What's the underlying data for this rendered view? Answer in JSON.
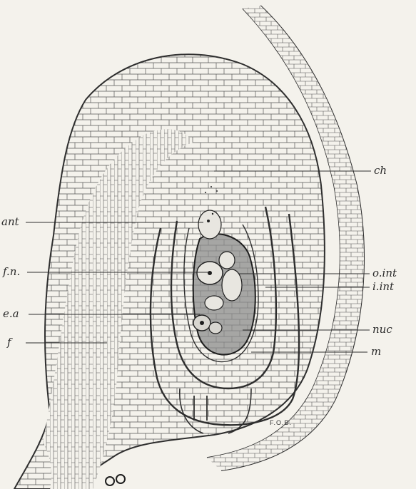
{
  "labels": {
    "ch": "ch",
    "ant": "ant",
    "fn": "f.n.",
    "ea": "e.a",
    "f": "f",
    "oint": "o.int",
    "iint": "i.int",
    "nuc": "nuc",
    "m": "m"
  },
  "signature": "F.O.B.",
  "colors": {
    "ink": "#2e2e2e",
    "paper": "#f4f2ec",
    "sac": "#8c8c8c"
  }
}
